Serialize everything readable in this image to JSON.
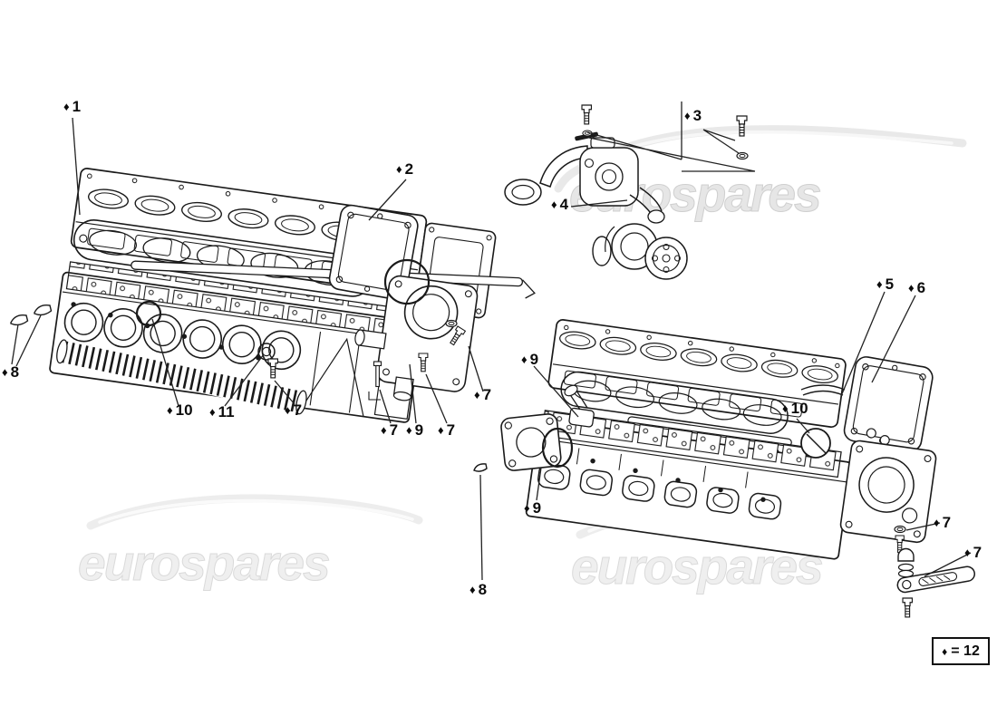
{
  "diagram": {
    "title_hint": "cylinder-heads-exploded-parts-diagram",
    "symbol": "♦",
    "watermark": {
      "text": "eurospares"
    },
    "legend": {
      "symbol": "♦",
      "text": "= 12"
    },
    "colors": {
      "line": "#1a1a1a",
      "watermark_fill": "#ececec",
      "watermark_stroke": "#d5d5d5"
    },
    "labels": [
      {
        "n": "1"
      },
      {
        "n": "2"
      },
      {
        "n": "3"
      },
      {
        "n": "4"
      },
      {
        "n": "5"
      },
      {
        "n": "6"
      },
      {
        "n": "10"
      },
      {
        "n": "11"
      },
      {
        "n": "7"
      },
      {
        "n": "7"
      },
      {
        "n": "9"
      },
      {
        "n": "7"
      },
      {
        "n": "7"
      },
      {
        "n": "8"
      },
      {
        "n": "8"
      },
      {
        "n": "9"
      },
      {
        "n": "9"
      },
      {
        "n": "10"
      },
      {
        "n": "7"
      },
      {
        "n": "7"
      }
    ]
  }
}
